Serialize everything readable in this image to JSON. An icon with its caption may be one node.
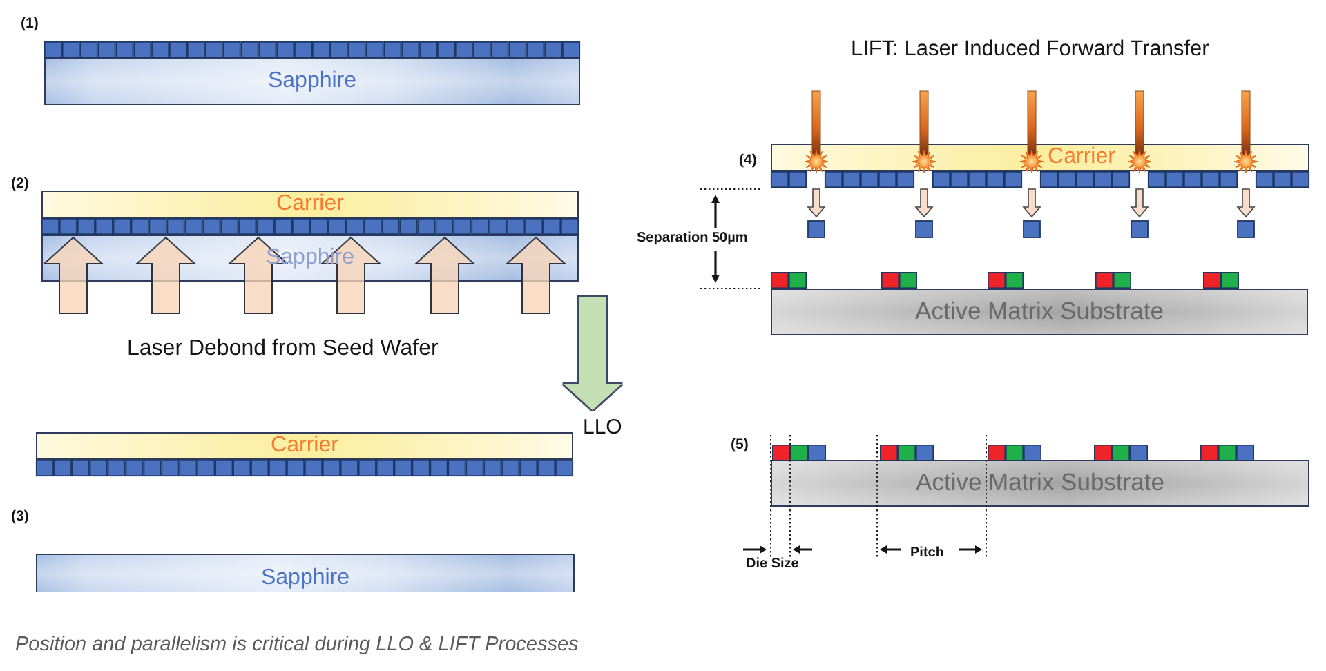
{
  "diagram": {
    "caption": "Position and parallelism is critical during LLO & LIFT Processes",
    "nodes": [
      {
        "text": [
          "Sapphire"
        ]
      },
      {
        "text": [
          "Carrier"
        ]
      },
      {
        "text": [
          "Sapphire"
        ]
      },
      {
        "text": [
          "Carrier"
        ]
      },
      {
        "text": [
          "Sapphire"
        ]
      },
      {
        "text": [
          "Carrier"
        ]
      },
      {
        "text": [
          "Active Matrix Substrate"
        ]
      },
      {
        "text": [
          "Active Matrix Substrate"
        ]
      }
    ],
    "edges": [
      {
        "from": 2,
        "to": 3,
        "arrow": "to",
        "label": "LLO"
      }
    ],
    "labels": [
      "(1)",
      "(2)",
      "Laser Debond from Seed Wafer",
      "(3)",
      "LIFT: Laser Induced Forward Transfer",
      "(4)",
      "Separation 50µm",
      "(5)",
      "Die Size",
      "Pitch"
    ]
  }
}
